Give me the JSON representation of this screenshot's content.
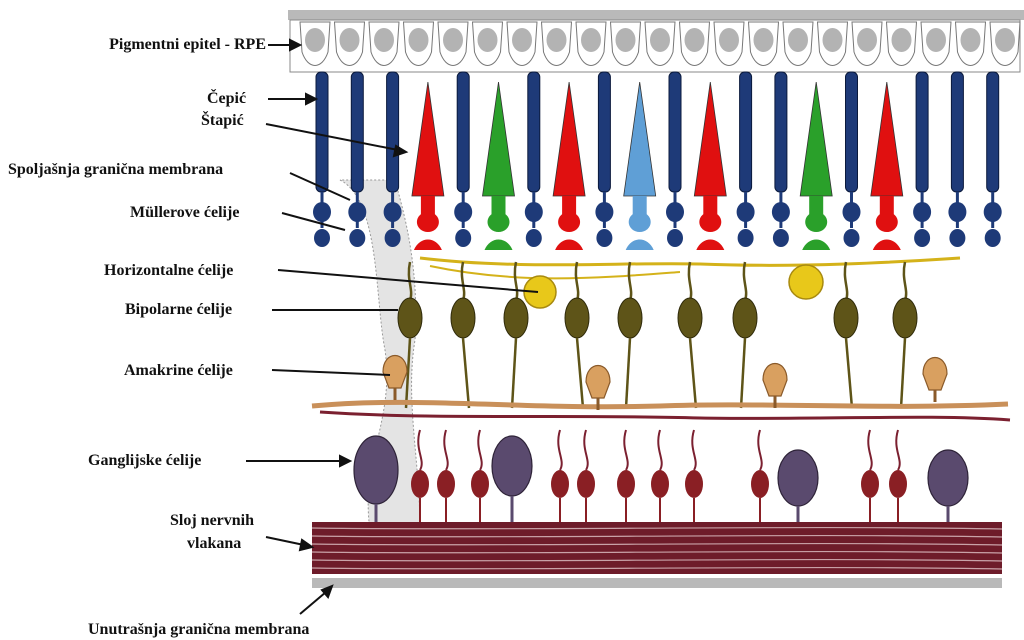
{
  "diagram": {
    "labels": {
      "rpe": "Pigmentni epitel - RPE",
      "cone": "Čepić",
      "rod": "Štapić",
      "olm": "Spoljašnja granična membrana",
      "muller": "Müllerove ćelije",
      "horizontal": "Horizontalne ćelije",
      "bipolar": "Bipolarne ćelije",
      "amacrine": "Amakrine ćelije",
      "ganglion": "Ganglijske  ćelije",
      "nfl_line1": "Sloj nervnih",
      "nfl_line2": "vlakana",
      "ilm": "Unutrašnja granična membrana"
    },
    "colors": {
      "rod": "#1e3a78",
      "cone_red": "#e01010",
      "cone_green": "#2aa02a",
      "cone_blue": "#5f9fd6",
      "horizontal": "#e8c81a",
      "bipolar": "#5e5418",
      "amacrine": "#d9a060",
      "ganglion": "#5a4a6e",
      "fibers": "#6e1c2a",
      "membrane": "#b9b9b9"
    },
    "photoreceptor_sequence": [
      "rod",
      "rod",
      "rod",
      "red",
      "rod",
      "green",
      "rod",
      "red",
      "rod",
      "blue",
      "rod",
      "red",
      "rod",
      "rod",
      "green",
      "rod",
      "red",
      "rod",
      "rod",
      "rod"
    ],
    "icons": [
      "arrow-icon"
    ]
  }
}
